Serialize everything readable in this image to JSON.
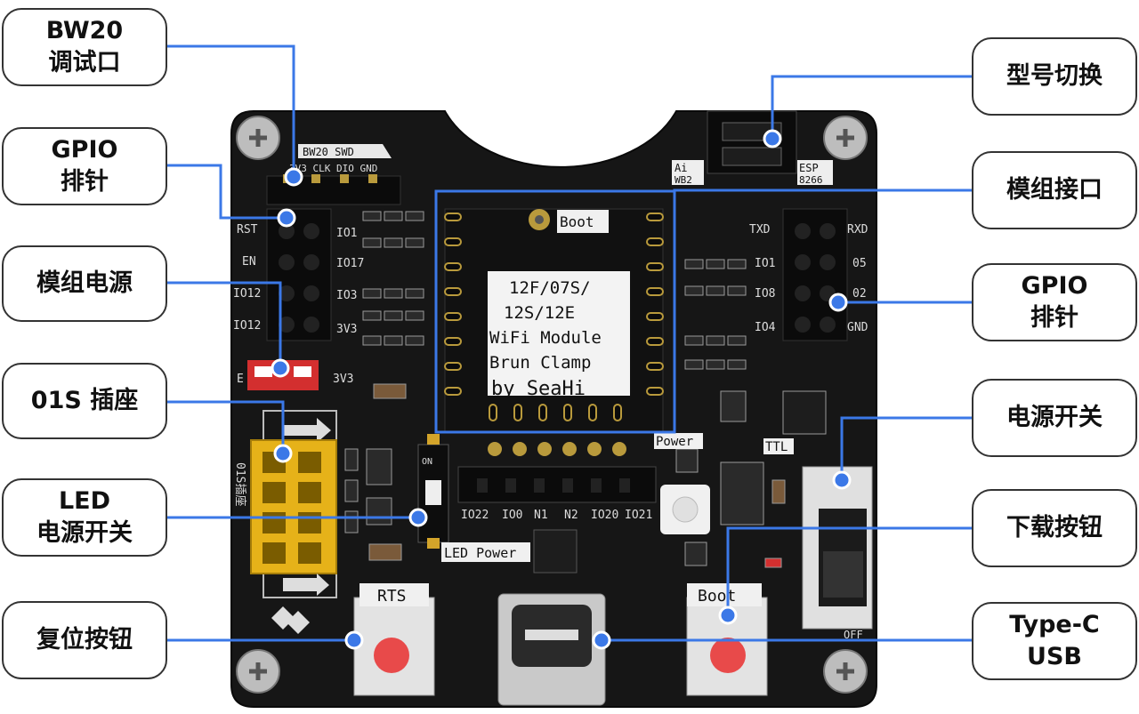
{
  "colors": {
    "accent": "#3b78e7",
    "pcb": "#141414",
    "jumper": "#e53935",
    "header_yellow": "#e6b219",
    "button_red": "#e84a4a"
  },
  "callouts": {
    "bw20": {
      "line1": "BW20",
      "line2": "调试口"
    },
    "gpio_left": {
      "line1": "GPIO",
      "line2": "排针"
    },
    "module_power": {
      "line1": "模组电源"
    },
    "socket_01s": {
      "line1": "01S 插座"
    },
    "led_power": {
      "line1": "LED",
      "line2": "电源开关"
    },
    "reset_button": {
      "line1": "复位按钮"
    },
    "model_switch": {
      "line1": "型号切换"
    },
    "module_interface": {
      "line1": "模组接口"
    },
    "gpio_right": {
      "line1": "GPIO",
      "line2": "排针"
    },
    "power_switch": {
      "line1": "电源开关"
    },
    "download_button": {
      "line1": "下载按钮"
    },
    "typec": {
      "line1": "Type-C",
      "line2": "USB"
    }
  },
  "board": {
    "swd_title": "BW20 SWD",
    "swd_pins": "3V3 CLK DIO GND",
    "left_labels": [
      "RST",
      "EN",
      "IO12",
      "IO12"
    ],
    "left_inner_labels": [
      "IO1",
      "IO17",
      "IO3",
      "3V3"
    ],
    "jumper_left": "E",
    "jumper_right": "3V3",
    "right_labels": [
      "RXD",
      "05",
      "02",
      "GND"
    ],
    "right_inner_labels": [
      "TXD",
      "IO1",
      "IO8",
      "IO4"
    ],
    "model_ai": "Ai",
    "model_wb": "WB2",
    "model_esp": "ESP",
    "model_8266": "8266",
    "boot_pad": "Boot",
    "module_text": [
      "12F/07S/",
      "12S/12E",
      "WiFi Module",
      "Brun Clamp",
      "by SeaHi"
    ],
    "power_label": "Power",
    "ttl_label": "TTL",
    "bottom_pins": [
      "IO22",
      "IO0",
      "N1",
      "N2",
      "IO20",
      "IO21"
    ],
    "led_power_label": "LED Power",
    "rts_label": "RTS",
    "boot_button_label": "Boot",
    "off_label": "OFF",
    "on_label": "ON",
    "socket_label": "01S插座"
  }
}
